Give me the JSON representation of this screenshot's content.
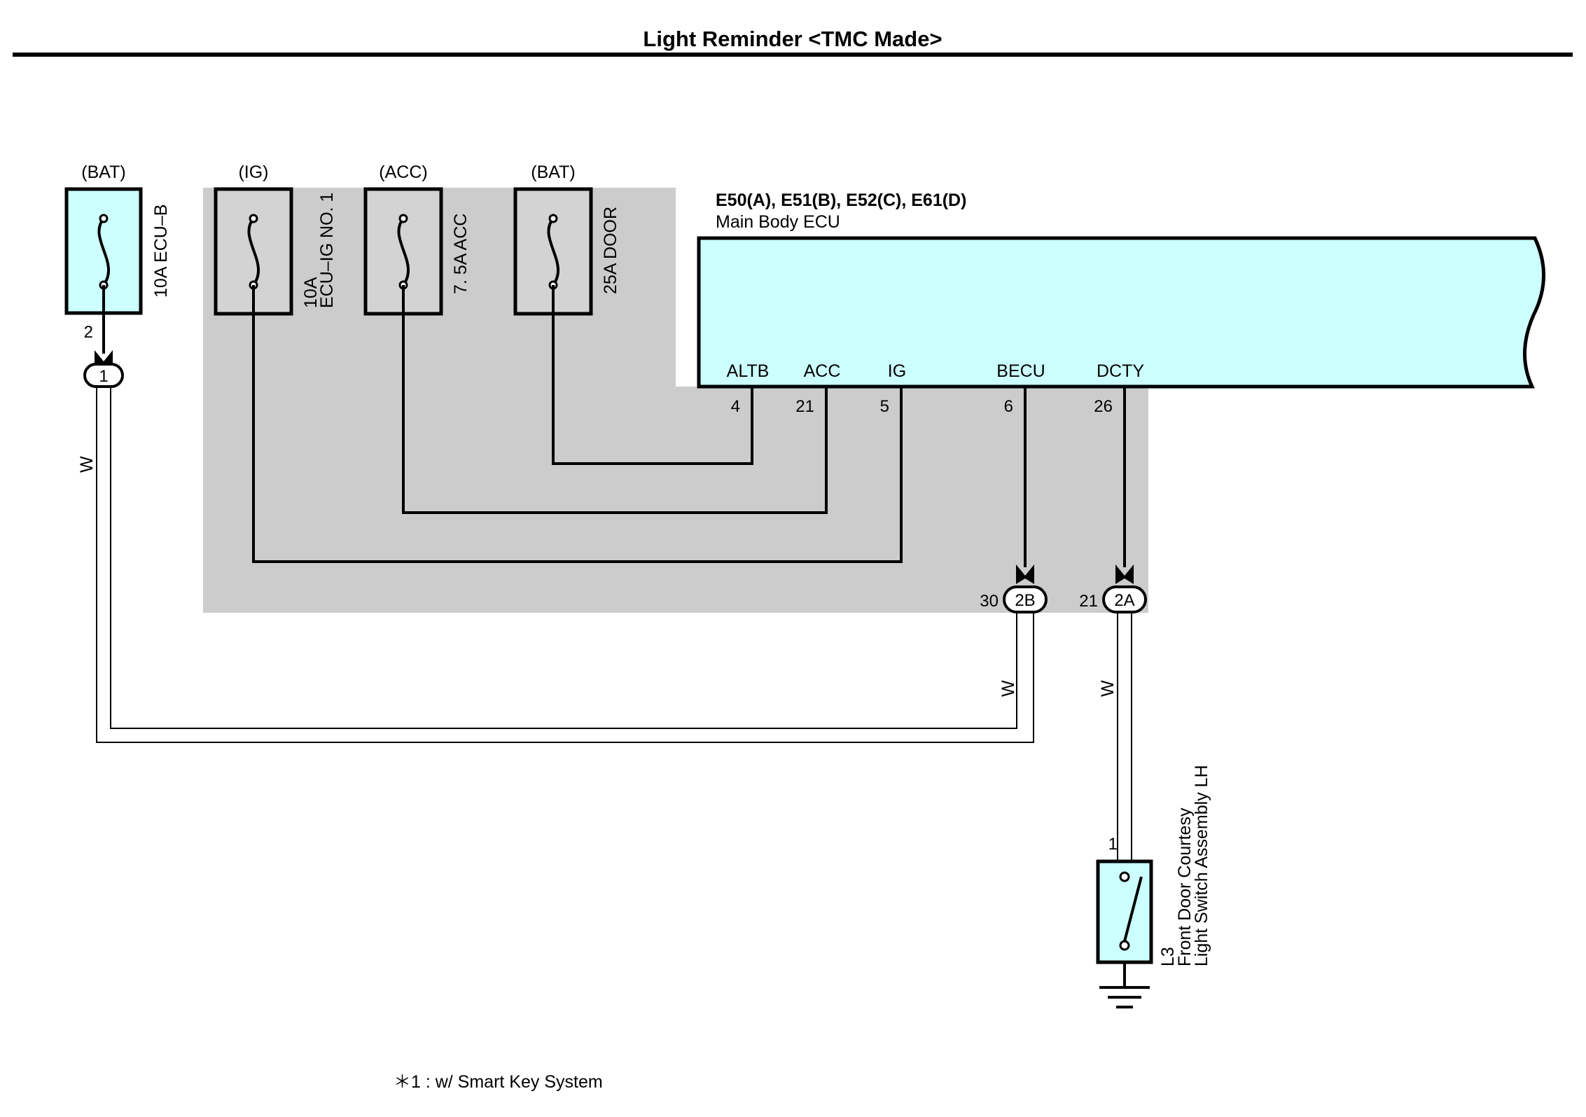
{
  "title": "Light Reminder <TMC Made>",
  "ecu": {
    "connectors": "E50(A), E51(B), E52(C), E61(D)",
    "name": "Main Body ECU",
    "pins": [
      {
        "label": "ALTB",
        "number": "4"
      },
      {
        "label": "ACC",
        "number": "21"
      },
      {
        "label": "IG",
        "number": "5"
      },
      {
        "label": "BECU",
        "number": "6"
      },
      {
        "label": "DCTY",
        "number": "26"
      }
    ]
  },
  "fuses": [
    {
      "source": "(BAT)",
      "label": "10A ECU–B"
    },
    {
      "source": "(IG)",
      "label_line1": "10A",
      "label_line2": "ECU–IG NO. 1"
    },
    {
      "source": "(ACC)",
      "label": "7. 5A ACC"
    },
    {
      "source": "(BAT)",
      "label": "25A DOOR"
    }
  ],
  "connectors": {
    "c1": {
      "id": "1",
      "pin": "2"
    },
    "c2b": {
      "id": "2B",
      "pin": "30"
    },
    "c2a": {
      "id": "2A",
      "pin": "21"
    }
  },
  "wires": {
    "left": "W",
    "mid": "W",
    "right": "W"
  },
  "switch": {
    "pin": "1",
    "code": "L3",
    "line1": "Front Door Courtesy",
    "line2": "Light Switch Assembly LH"
  },
  "footnote": "＊1 : w/ Smart Key System",
  "colors": {
    "ecu_fill": "#ccffff",
    "shade": "#cccccc",
    "fuse_dark": "#d3d3d3"
  }
}
